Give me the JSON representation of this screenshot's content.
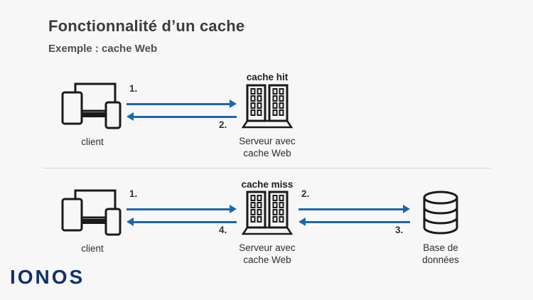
{
  "title": "Fonctionnalité d’un cache",
  "subtitle": "Exemple : cache Web",
  "colors": {
    "arrow": "#1a67ae",
    "logo": "#12306b",
    "ink": "#1a1a1a",
    "background": "#f7f7f7"
  },
  "hit": {
    "caption": "cache hit",
    "client_label": "client",
    "server_label": "Serveur avec\ncache Web",
    "step1": "1.",
    "step2": "2."
  },
  "miss": {
    "caption": "cache miss",
    "client_label": "client",
    "server_label": "Serveur avec\ncache Web",
    "db_label": "Base de\ndonnées",
    "step1": "1.",
    "step2": "2.",
    "step3": "3.",
    "step4": "4."
  },
  "logo": "IONOS"
}
